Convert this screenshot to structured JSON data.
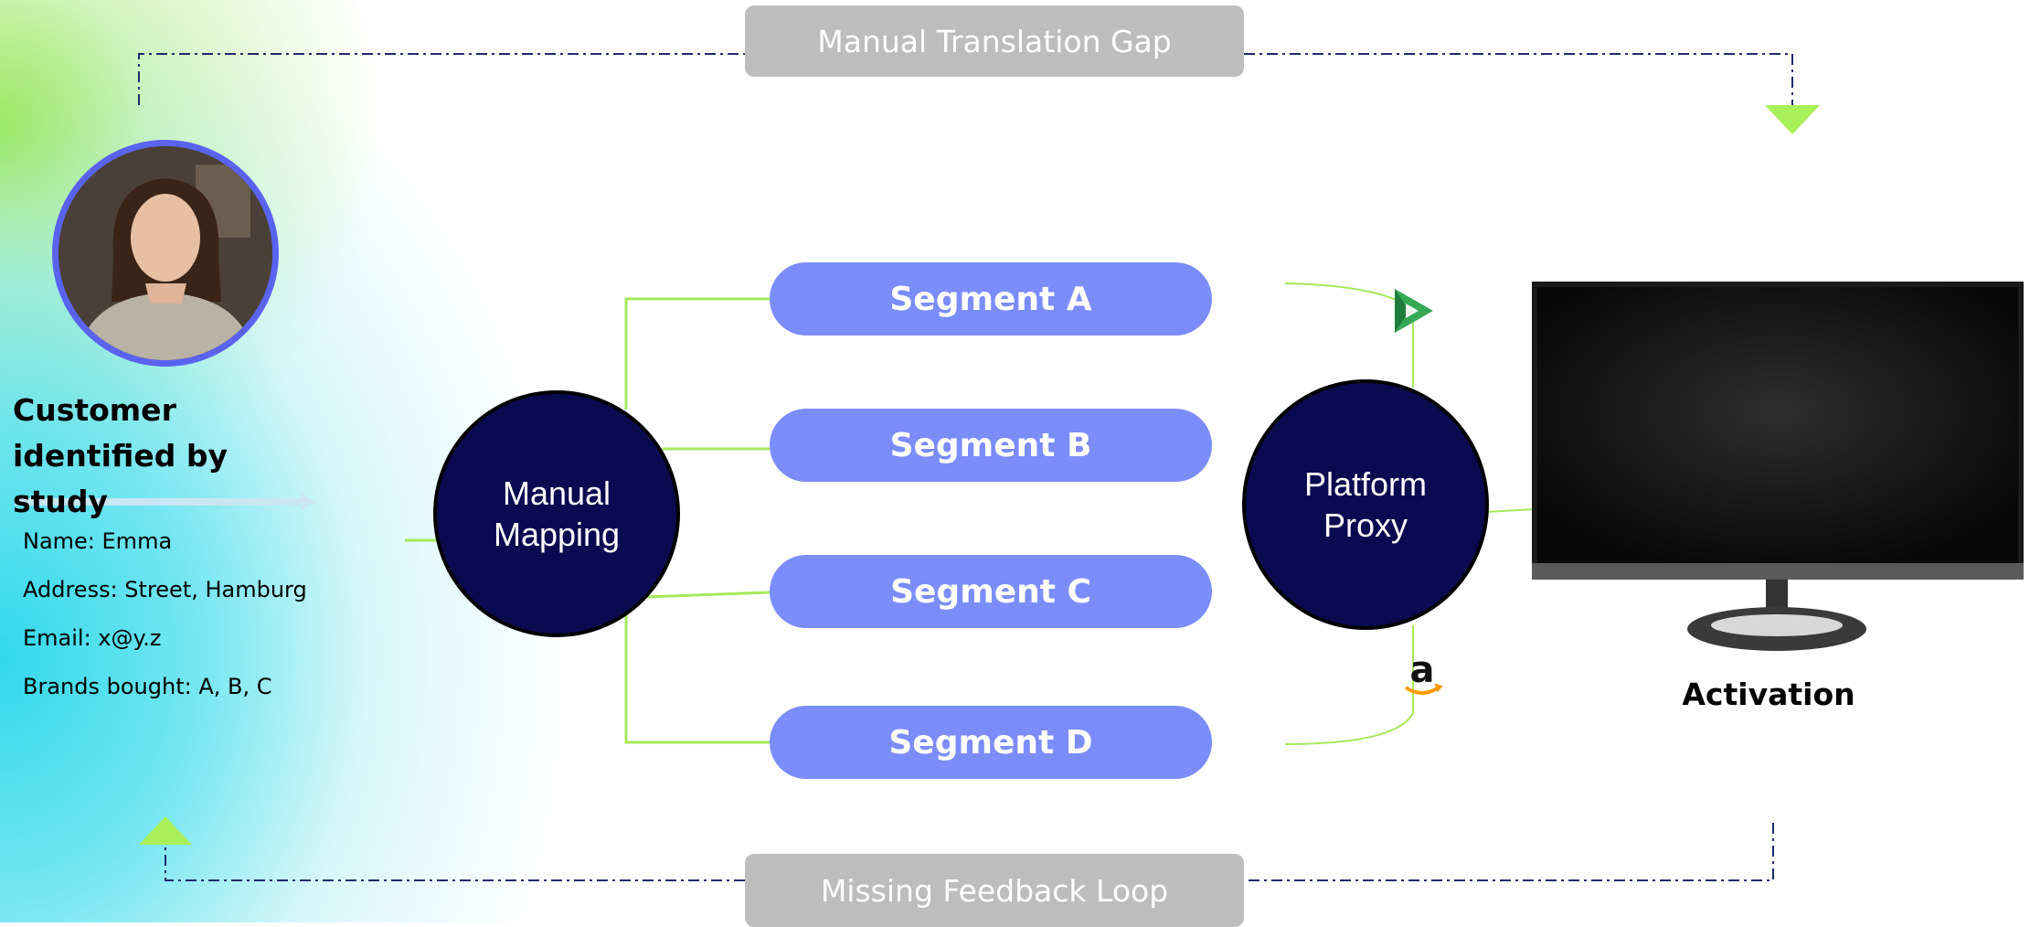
{
  "top_bar": {
    "label": "Manual Translation Gap"
  },
  "bottom_bar": {
    "label": "Missing Feedback Loop"
  },
  "customer": {
    "title": "Customer identified by study",
    "info": [
      "Name: Emma",
      "Address: Street, Hamburg",
      "Email: x@y.z",
      "Brands bought: A, B, C"
    ]
  },
  "mapping_node": {
    "line1": "Manual",
    "line2": "Mapping"
  },
  "segments": [
    "Segment A",
    "Segment B",
    "Segment C",
    "Segment D"
  ],
  "proxy_node": {
    "line1": "Platform",
    "line2": "Proxy"
  },
  "activation": {
    "label": "Activation"
  },
  "colors": {
    "segment": "#7b8cfb",
    "node": "#0a0a50",
    "connector": "#a6e85a",
    "bar": "#bdbdbd",
    "arrow": "#a8ef5a",
    "avatar_ring": "#5a63f0"
  },
  "icons": [
    "person-photo",
    "google-play-icon",
    "amazon-icon",
    "monitor-icon"
  ]
}
